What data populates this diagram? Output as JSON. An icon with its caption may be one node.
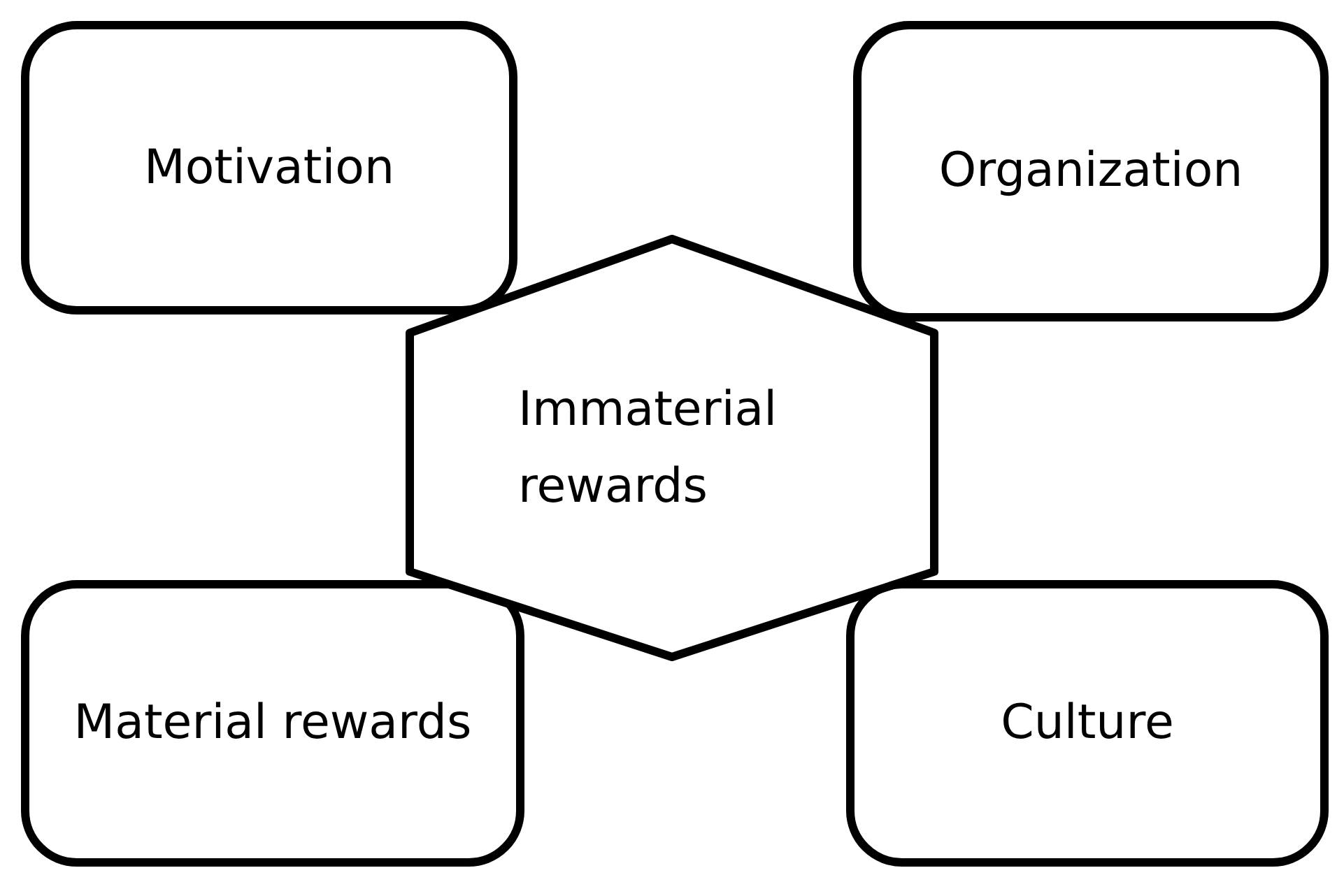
{
  "diagram": {
    "nodes": [
      {
        "text": [
          "Motivation"
        ]
      },
      {
        "text": [
          "Organization"
        ]
      },
      {
        "text": [
          "Immaterial rewards"
        ]
      },
      {
        "text": [
          "Material rewards"
        ]
      },
      {
        "text": [
          "Culture"
        ]
      }
    ]
  }
}
